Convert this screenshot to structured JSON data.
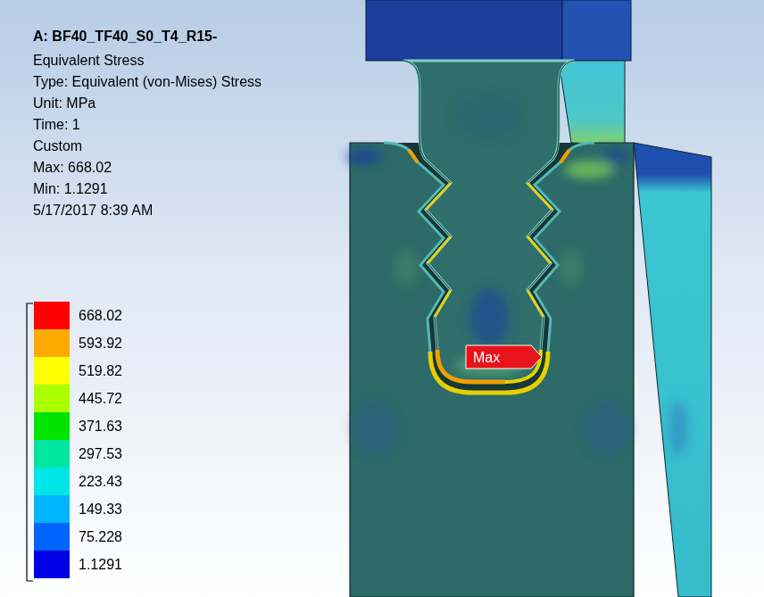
{
  "diagram": {
    "title": "A: BF40_TF40_S0_T4_R15-",
    "labels": [
      "Equivalent Stress",
      "Type: Equivalent (von-Mises) Stress",
      "Unit: MPa",
      "Time: 1",
      "Custom",
      "Max: 668.02",
      "Min: 1.1291",
      "5/17/2017 8:39 AM",
      "Max"
    ],
    "legend": [
      {
        "text": "668.02",
        "color": "#ff0000"
      },
      {
        "text": "593.92",
        "color": "#ffaa00"
      },
      {
        "text": "519.82",
        "color": "#ffff00"
      },
      {
        "text": "445.72",
        "color": "#aaff00"
      },
      {
        "text": "371.63",
        "color": "#00e400"
      },
      {
        "text": "297.53",
        "color": "#00e6a0"
      },
      {
        "text": "223.43",
        "color": "#00e6e6"
      },
      {
        "text": "149.33",
        "color": "#00b4ff"
      },
      {
        "text": "75.228",
        "color": "#0064ff"
      },
      {
        "text": "1.1291",
        "color": "#0000e6"
      }
    ]
  }
}
